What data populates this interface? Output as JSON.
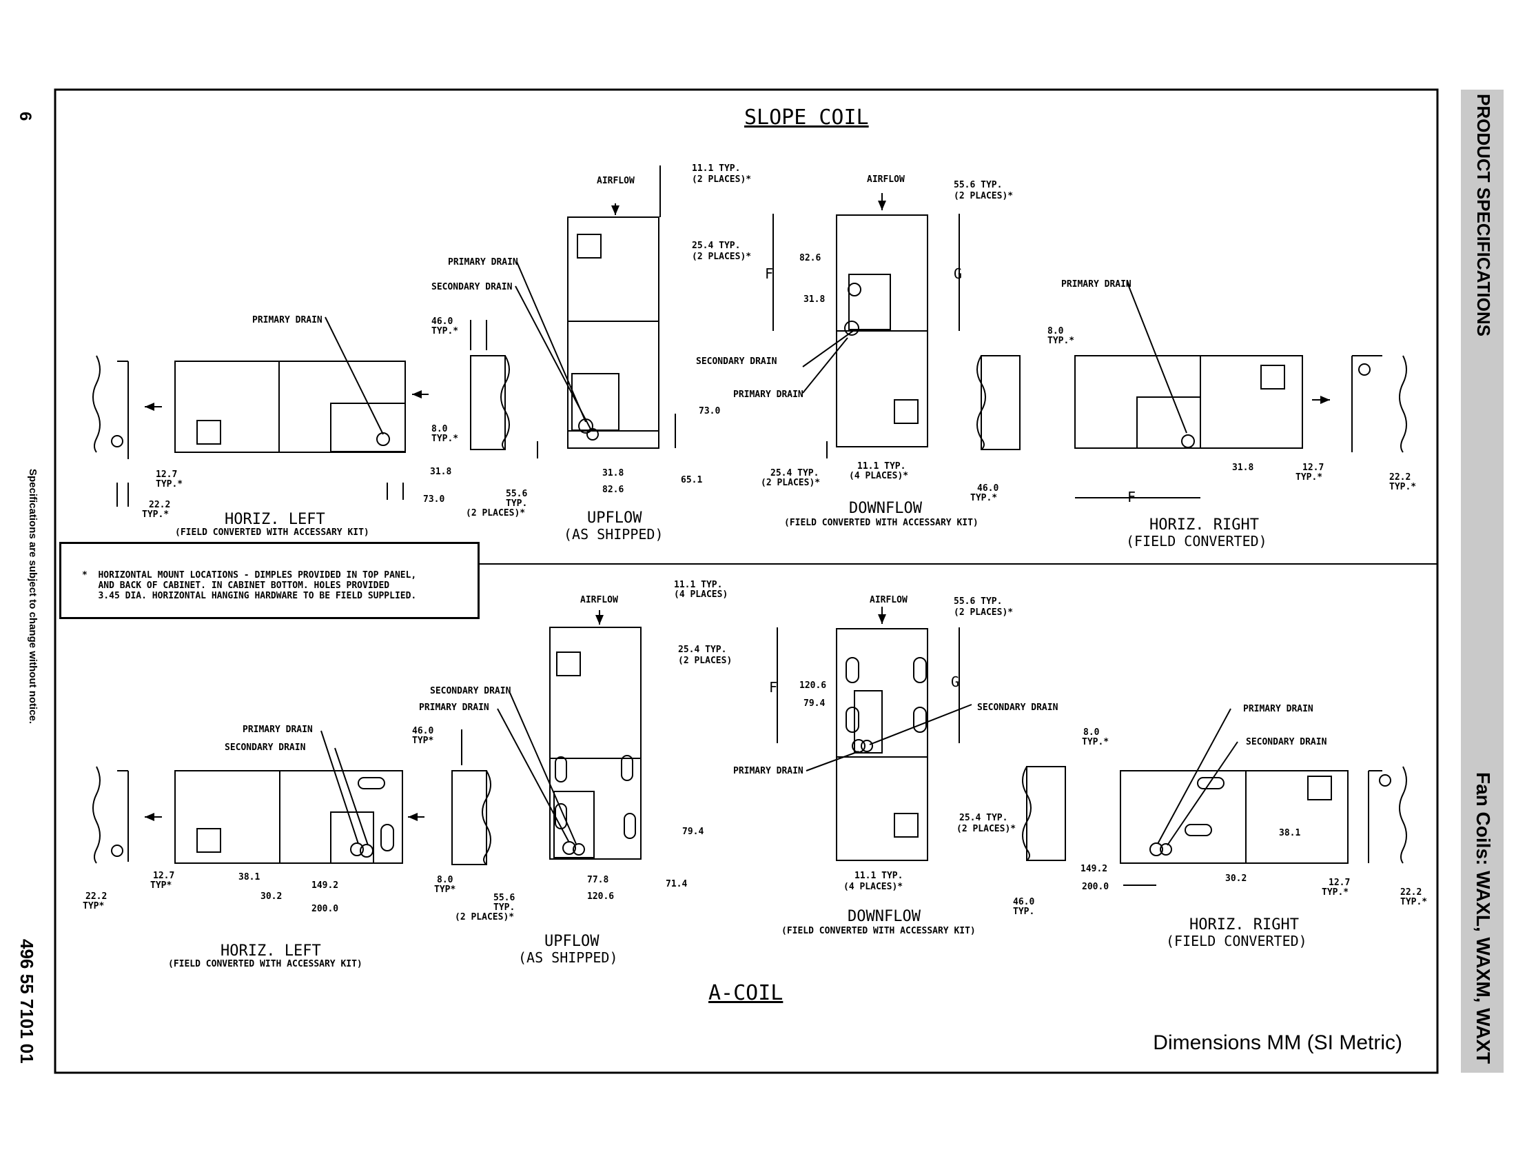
{
  "sidebar": {
    "section_title": "PRODUCT SPECIFICATIONS",
    "product_title": "Fan Coils: WAXL, WAXM, WAXT"
  },
  "margin": {
    "page_number": "6",
    "notice": "Specifications are subject to change without notice.",
    "doc_number": "496 55 7101 01"
  },
  "titles": {
    "slope_coil": "SLOPE COIL",
    "a_coil": "A-COIL",
    "units": "Dimensions MM (SI Metric)"
  },
  "note": "*  HORIZONTAL MOUNT LOCATIONS - DIMPLES PROVIDED IN TOP PANEL,\n   AND BACK OF CABINET. IN CABINET BOTTOM. HOLES PROVIDED\n   3.45 DIA. HORIZONTAL HANGING HARDWARE TO BE FIELD SUPPLIED.",
  "views": {
    "slope_horiz_left": "HORIZ. LEFT",
    "slope_horiz_left_sub": "(FIELD CONVERTED WITH ACCESSARY KIT)",
    "slope_upflow": "UPFLOW",
    "slope_upflow_sub": "(AS SHIPPED)",
    "slope_downflow": "DOWNFLOW",
    "slope_downflow_sub": "(FIELD CONVERTED WITH ACCESSARY KIT)",
    "slope_horiz_right": "HORIZ. RIGHT",
    "slope_horiz_right_sub": "(FIELD CONVERTED)",
    "a_horiz_left": "HORIZ. LEFT",
    "a_horiz_left_sub": "(FIELD CONVERTED WITH ACCESSARY KIT)",
    "a_upflow": "UPFLOW",
    "a_upflow_sub": "(AS SHIPPED)",
    "a_downflow": "DOWNFLOW",
    "a_downflow_sub": "(FIELD CONVERTED WITH ACCESSARY KIT)",
    "a_horiz_right": "HORIZ. RIGHT",
    "a_horiz_right_sub": "(FIELD CONVERTED)"
  },
  "callouts": {
    "airflow": "AIRFLOW",
    "primary_drain": "PRIMARY DRAIN",
    "secondary_drain": "SECONDARY DRAIN"
  },
  "dims": {
    "d_11_1": "11.1 TYP.",
    "d_2places_star": "(2 PLACES)*",
    "d_25_4": "25.4 TYP.",
    "d_55_6": "55.6 TYP.",
    "d_82_6": "82.6",
    "d_31_8": "31.8",
    "d_46_0": "46.0",
    "typ_star": "TYP.*",
    "d_8_0": "8.0",
    "d_73_0": "73.0",
    "d_12_7": "12.7",
    "d_22_2": "22.2",
    "d_55_6_plain": "55.6",
    "d_typ": "TYP.",
    "d_65_1": "65.1",
    "d_4places_star": "(4 PLACES)*",
    "d_f": "F",
    "d_g": "G",
    "d_4places": "(4 PLACES)",
    "d_2places": "(2 PLACES)",
    "d_120_6": "120.6",
    "d_79_4": "79.4",
    "d_77_8": "77.8",
    "d_71_4": "71.4",
    "d_38_1": "38.1",
    "d_30_2": "30.2",
    "d_149_2": "149.2",
    "d_200_0": "200.0",
    "typ_star2": "TYP*"
  }
}
